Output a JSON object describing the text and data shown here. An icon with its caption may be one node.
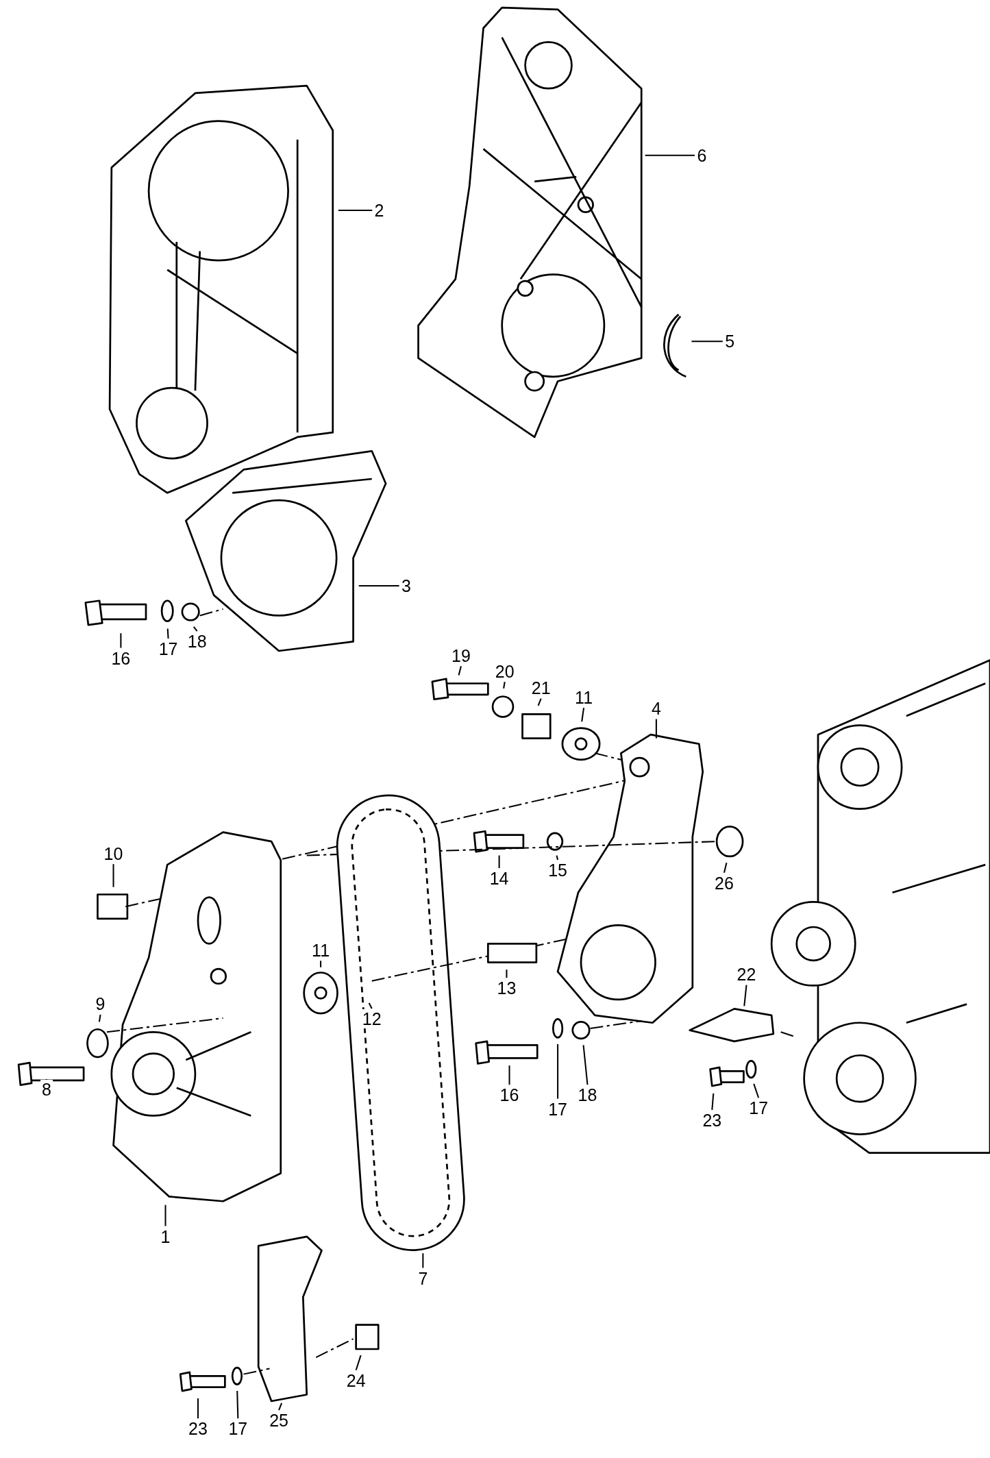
{
  "diagram": {
    "nodes": [
      {
        "text": [
          "6"
        ]
      },
      {
        "text": [
          "2"
        ]
      },
      {
        "text": [
          "5"
        ]
      },
      {
        "text": [
          "3"
        ]
      },
      {
        "text": [
          "18"
        ]
      },
      {
        "text": [
          "17"
        ]
      },
      {
        "text": [
          "19"
        ]
      },
      {
        "text": [
          "16"
        ]
      },
      {
        "text": [
          "20"
        ]
      },
      {
        "text": [
          "21"
        ]
      },
      {
        "text": [
          "11"
        ]
      },
      {
        "text": [
          "4"
        ]
      },
      {
        "text": [
          "10"
        ]
      },
      {
        "text": [
          "15"
        ]
      },
      {
        "text": [
          "14"
        ]
      },
      {
        "text": [
          "26"
        ]
      },
      {
        "text": [
          "11"
        ]
      },
      {
        "text": [
          "22"
        ]
      },
      {
        "text": [
          "13"
        ]
      },
      {
        "text": [
          "9"
        ]
      },
      {
        "text": [
          "12"
        ]
      },
      {
        "text": [
          "8"
        ]
      },
      {
        "text": [
          "18"
        ]
      },
      {
        "text": [
          "16"
        ]
      },
      {
        "text": [
          "17"
        ]
      },
      {
        "text": [
          "17"
        ]
      },
      {
        "text": [
          "23"
        ]
      },
      {
        "text": [
          "1"
        ]
      },
      {
        "text": [
          "7"
        ]
      },
      {
        "text": [
          "24"
        ]
      },
      {
        "text": [
          "25"
        ]
      },
      {
        "text": [
          "23"
        ]
      },
      {
        "text": [
          "17"
        ]
      }
    ],
    "edges": [
      {
        "from": 0,
        "to": null,
        "arrow": "none"
      },
      {
        "from": 1,
        "to": null,
        "arrow": "none"
      },
      {
        "from": 2,
        "to": null,
        "arrow": "none"
      },
      {
        "from": 3,
        "to": null,
        "arrow": "none"
      },
      {
        "from": 4,
        "to": null,
        "arrow": "none"
      },
      {
        "from": 5,
        "to": null,
        "arrow": "none"
      },
      {
        "from": 6,
        "to": null,
        "arrow": "none"
      },
      {
        "from": 7,
        "to": null,
        "arrow": "none"
      },
      {
        "from": 8,
        "to": null,
        "arrow": "none"
      },
      {
        "from": 9,
        "to": null,
        "arrow": "none"
      },
      {
        "from": 10,
        "to": null,
        "arrow": "none"
      },
      {
        "from": 11,
        "to": null,
        "arrow": "none"
      },
      {
        "from": 12,
        "to": null,
        "arrow": "none"
      },
      {
        "from": 13,
        "to": null,
        "arrow": "none"
      },
      {
        "from": 14,
        "to": null,
        "arrow": "none"
      },
      {
        "from": 15,
        "to": null,
        "arrow": "none"
      },
      {
        "from": 16,
        "to": null,
        "arrow": "none"
      },
      {
        "from": 17,
        "to": null,
        "arrow": "none"
      },
      {
        "from": 18,
        "to": null,
        "arrow": "none"
      },
      {
        "from": 19,
        "to": null,
        "arrow": "none"
      },
      {
        "from": 20,
        "to": null,
        "arrow": "none"
      },
      {
        "from": 21,
        "to": null,
        "arrow": "none"
      },
      {
        "from": 22,
        "to": null,
        "arrow": "none"
      },
      {
        "from": 23,
        "to": null,
        "arrow": "none"
      },
      {
        "from": 24,
        "to": null,
        "arrow": "none"
      },
      {
        "from": 25,
        "to": null,
        "arrow": "none"
      },
      {
        "from": 26,
        "to": null,
        "arrow": "none"
      },
      {
        "from": 27,
        "to": null,
        "arrow": "none"
      },
      {
        "from": 28,
        "to": null,
        "arrow": "none"
      },
      {
        "from": 29,
        "to": null,
        "arrow": "none"
      },
      {
        "from": 30,
        "to": null,
        "arrow": "none"
      },
      {
        "from": 31,
        "to": null,
        "arrow": "none"
      },
      {
        "from": 32,
        "to": null,
        "arrow": "none"
      }
    ]
  }
}
